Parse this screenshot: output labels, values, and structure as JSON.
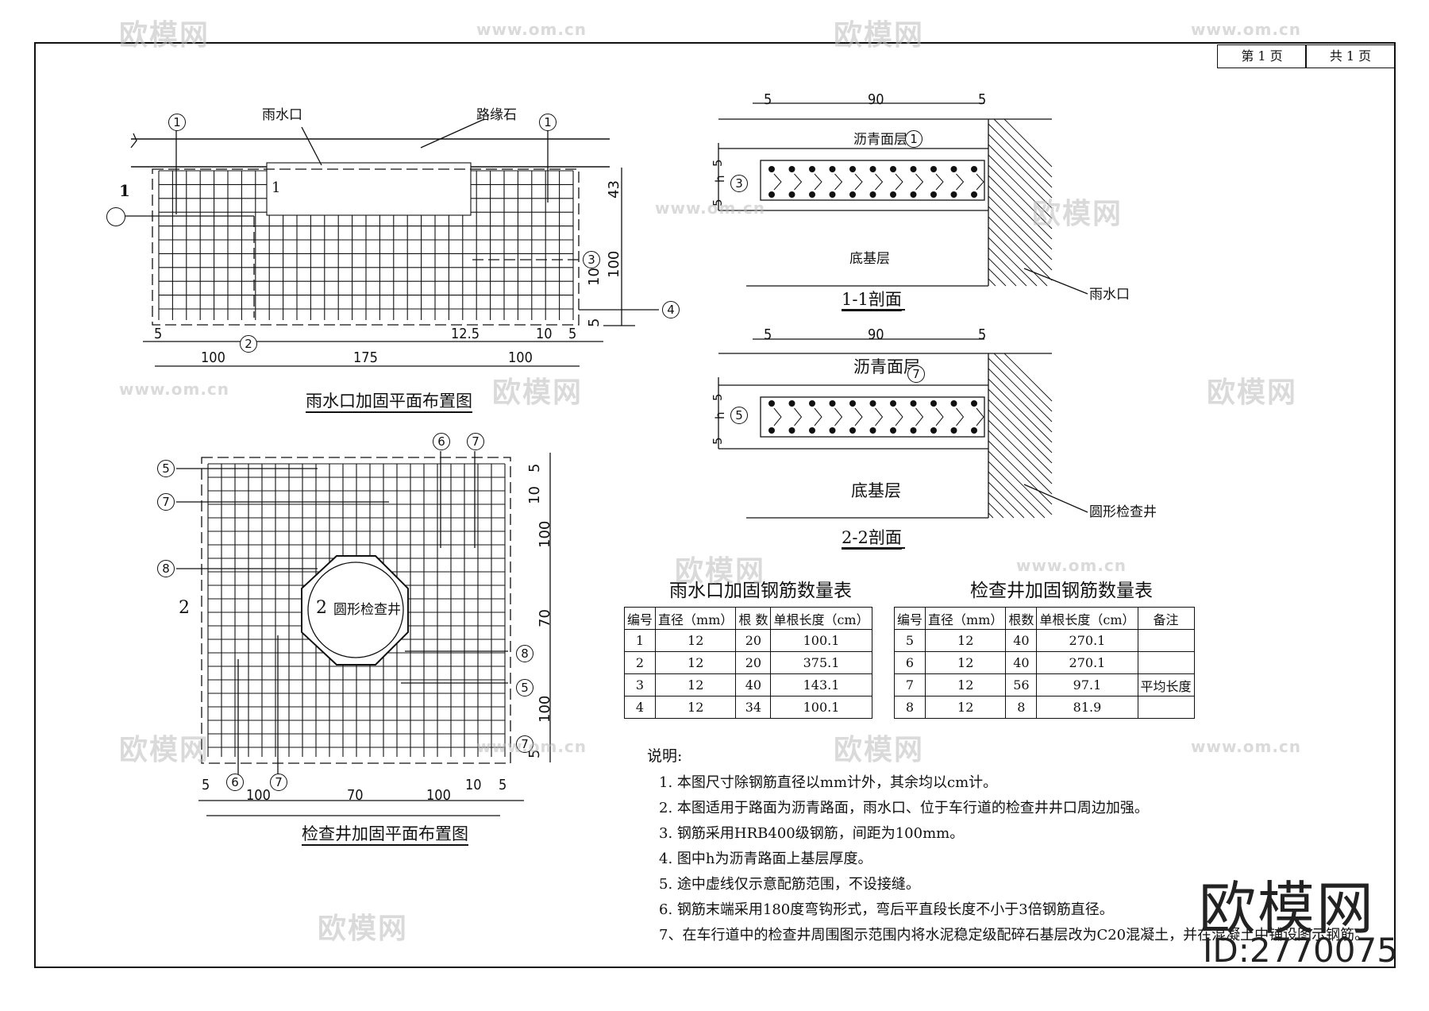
{
  "page": {
    "current": "第 1 页",
    "total": "共 1 页"
  },
  "plan1": {
    "title": "雨水口加固平面布置图",
    "label_inlet": "雨水口",
    "label_curb": "路缘石",
    "section_mark": "1",
    "callouts": [
      "1",
      "1",
      "2",
      "3",
      "4"
    ],
    "dims_h": [
      "5",
      "100",
      "175",
      "12.5",
      "100",
      "10",
      "5"
    ],
    "dims_v": [
      "43",
      "100",
      "10",
      "5"
    ]
  },
  "plan2": {
    "title": "检查井加固平面布置图",
    "label_well": "圆形检查井",
    "section_mark": "2",
    "callouts": [
      "5",
      "7",
      "8",
      "6",
      "7",
      "8",
      "5",
      "7",
      "6",
      "7"
    ],
    "dims_h": [
      "5",
      "100",
      "70",
      "100",
      "10",
      "5"
    ],
    "dims_v": [
      "5",
      "10",
      "100",
      "70",
      "100",
      "5"
    ]
  },
  "section1": {
    "title": "1-1剖面",
    "layer_top": "沥青面层",
    "layer_base": "底基层",
    "label_side": "雨水口",
    "callout_top": "1",
    "callout_mid": "3",
    "dims": [
      "5",
      "90",
      "5"
    ],
    "dims_v": [
      "5",
      "h",
      "5"
    ]
  },
  "section2": {
    "title": "2-2剖面",
    "layer_top": "沥青面层",
    "layer_base": "底基层",
    "label_side": "圆形检查井",
    "callout_top": "7",
    "callout_mid": "5",
    "dims": [
      "5",
      "90",
      "5"
    ],
    "dims_v": [
      "5",
      "h",
      "5"
    ]
  },
  "table1": {
    "title": "雨水口加固钢筋数量表",
    "headers": [
      "编号",
      "直径（mm）",
      "根 数",
      "单根长度（cm）"
    ],
    "rows": [
      [
        "1",
        "12",
        "20",
        "100.1"
      ],
      [
        "2",
        "12",
        "20",
        "375.1"
      ],
      [
        "3",
        "12",
        "40",
        "143.1"
      ],
      [
        "4",
        "12",
        "34",
        "100.1"
      ]
    ]
  },
  "table2": {
    "title": "检查井加固钢筋数量表",
    "headers": [
      "编号",
      "直径（mm）",
      "根数",
      "单根长度（cm）",
      "备注"
    ],
    "rows": [
      [
        "5",
        "12",
        "40",
        "270.1",
        ""
      ],
      [
        "6",
        "12",
        "40",
        "270.1",
        ""
      ],
      [
        "7",
        "12",
        "56",
        "97.1",
        "平均长度"
      ],
      [
        "8",
        "12",
        "8",
        "81.9",
        ""
      ]
    ]
  },
  "notes": {
    "heading": "说明:",
    "items": [
      "1. 本图尺寸除钢筋直径以mm计外，其余均以cm计。",
      "2. 本图适用于路面为沥青路面，雨水口、位于车行道的检查井井口周边加强。",
      "3. 钢筋采用HRB400级钢筋，间距为100mm。",
      "4. 图中h为沥青路面上基层厚度。",
      "5. 途中虚线仅示意配筋范围，不设接缝。",
      "6. 钢筋末端采用180度弯钩形式，弯后平直段长度不小于3倍钢筋直径。",
      "7、在车行道中的检查井周围图示范围内将水泥稳定级配碎石基层改为C20混凝土，并在混凝土中铺设图示钢筋。"
    ]
  },
  "watermark": {
    "brand": "欧模网",
    "url": "www.om.cn",
    "id": "ID:2770075"
  },
  "colors": {
    "line": "#111111",
    "watermark": "#bdbdbd"
  }
}
